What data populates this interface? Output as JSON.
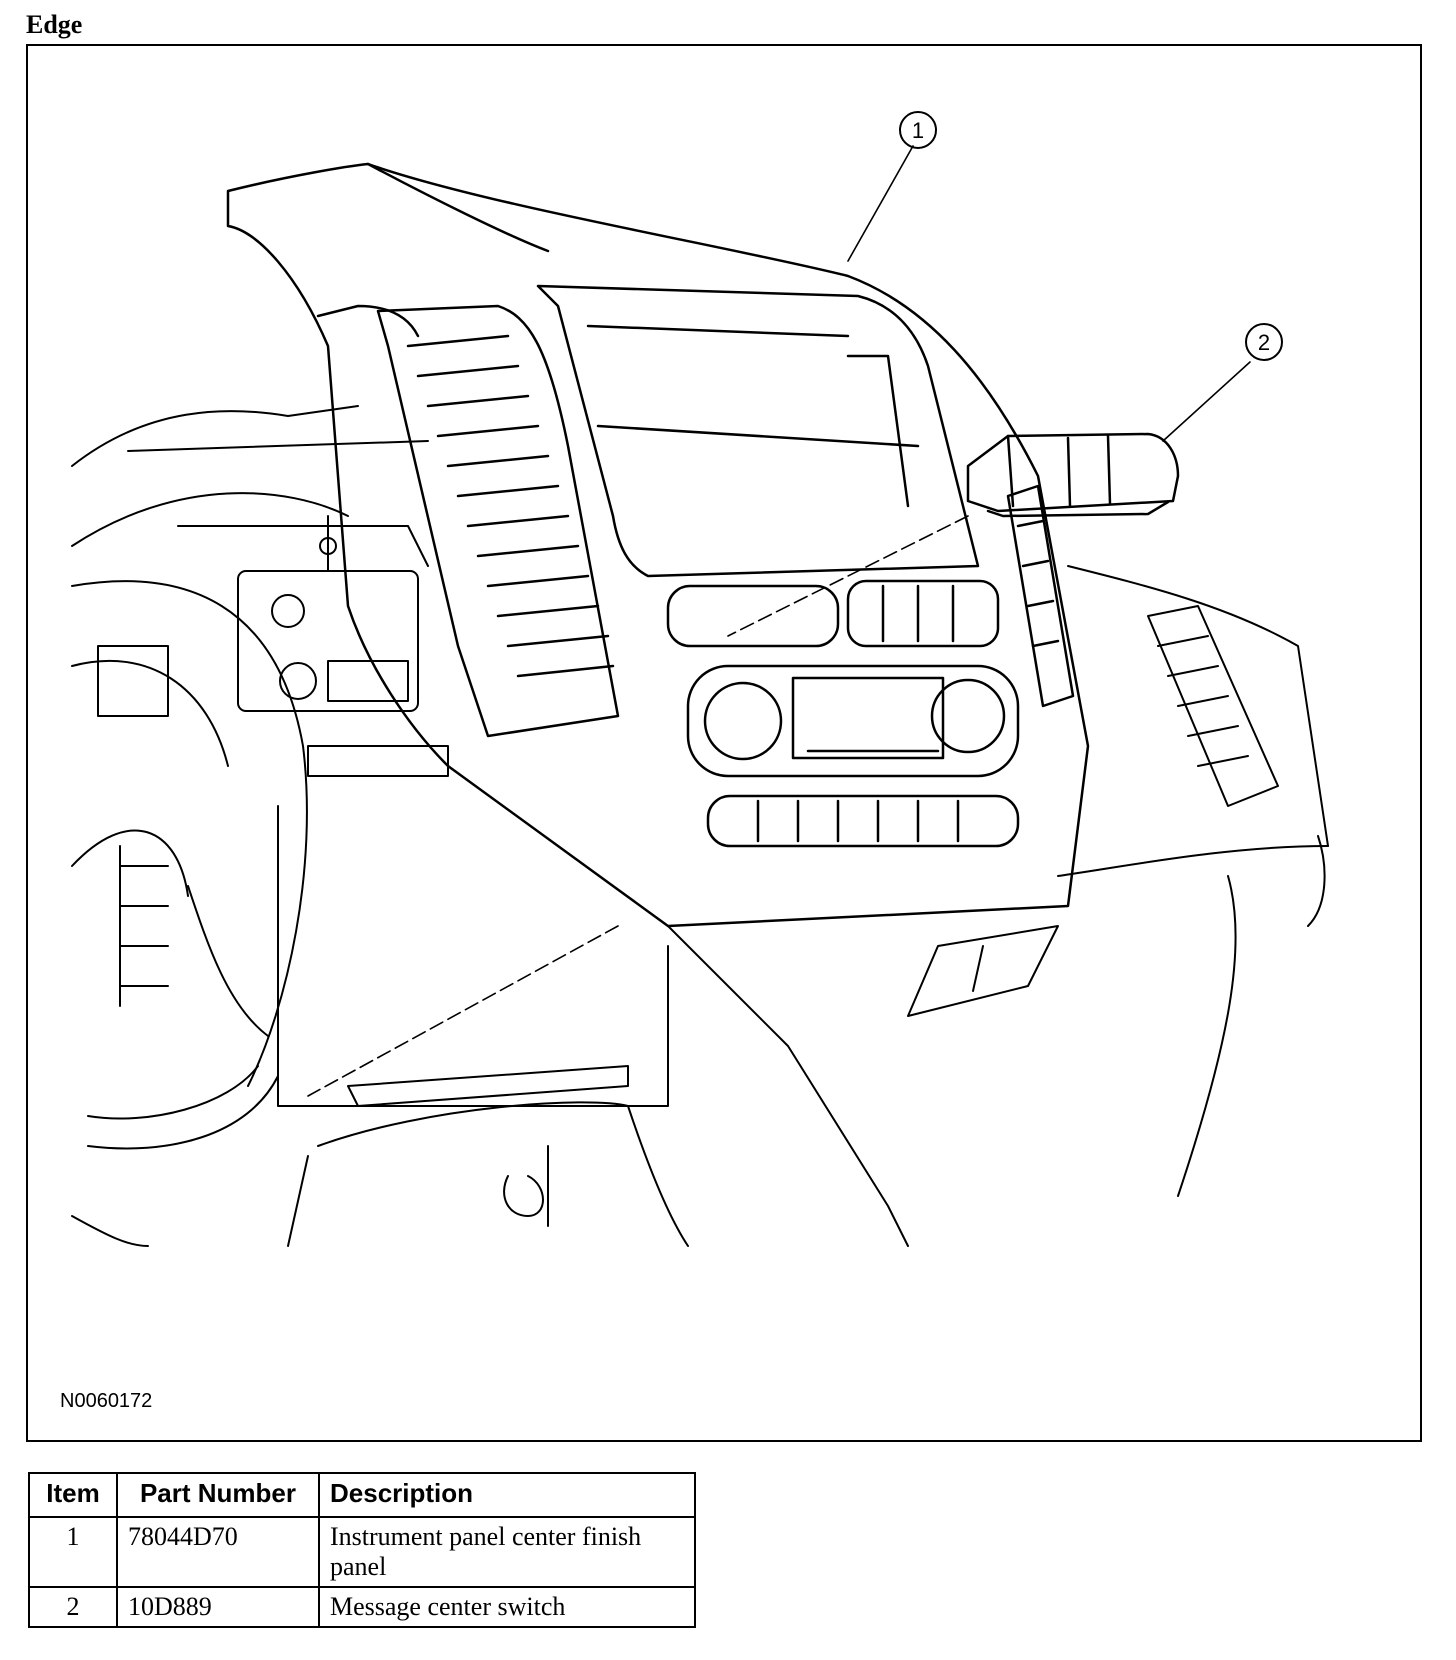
{
  "heading": "Edge",
  "figure": {
    "code": "N0060172",
    "callouts": [
      {
        "number": "1"
      },
      {
        "number": "2"
      }
    ]
  },
  "table": {
    "headers": {
      "item": "Item",
      "part_number": "Part Number",
      "description": "Description"
    },
    "rows": [
      {
        "item": "1",
        "part_number": "78044D70",
        "description": "Instrument panel center finish panel"
      },
      {
        "item": "2",
        "part_number": "10D889",
        "description": "Message center switch"
      }
    ]
  }
}
